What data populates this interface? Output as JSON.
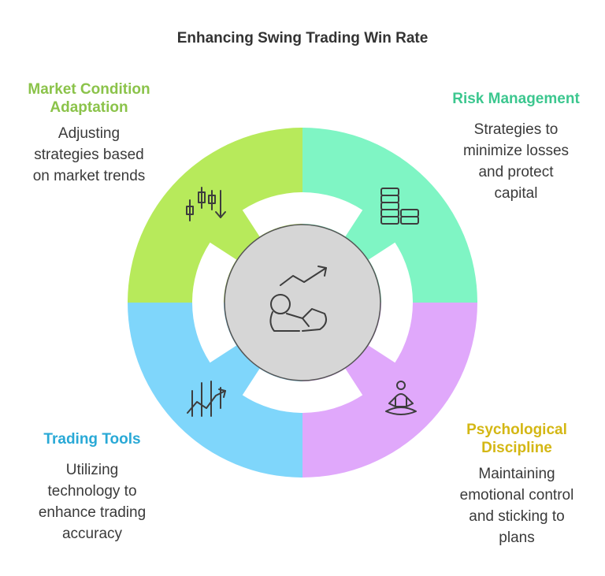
{
  "title": "Enhancing Swing Trading Win Rate",
  "colors": {
    "market": "#b7ea5b",
    "risk": "#7ff5c4",
    "psych": "#e0a8fb",
    "tools": "#7fd6fb",
    "center": "#d6d6d6",
    "market_text": "#8bc34a",
    "risk_text": "#3cc78f",
    "psych_text": "#d4b714",
    "tools_text": "#29a9d6"
  },
  "quadrants": {
    "market": {
      "title_line1": "Market Condition",
      "title_line2": "Adaptation",
      "desc_lines": [
        "Adjusting",
        "strategies based",
        "on market trends"
      ],
      "icon": "candlestick-chart-icon"
    },
    "risk": {
      "title_line1": "Risk Management",
      "desc_lines": [
        "Strategies to",
        "minimize losses",
        "and protect",
        "capital"
      ],
      "icon": "coin-stacks-icon"
    },
    "tools": {
      "title_line1": "Trading Tools",
      "desc_lines": [
        "Utilizing",
        "technology to",
        "enhance trading",
        "accuracy"
      ],
      "icon": "trend-chart-icon"
    },
    "psych": {
      "title_line1": "Psychological",
      "title_line2": "Discipline",
      "desc_lines": [
        "Maintaining",
        "emotional control",
        "and sticking to",
        "plans"
      ],
      "icon": "meditation-icon"
    }
  },
  "center": {
    "icon": "relaxed-trader-trend-icon"
  }
}
